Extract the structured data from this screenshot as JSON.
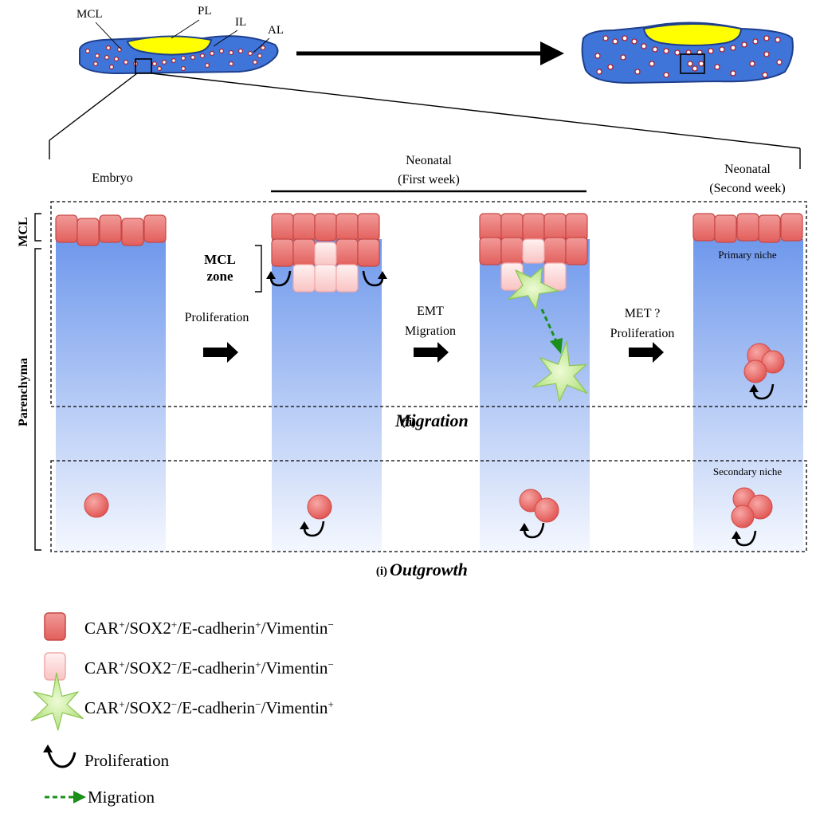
{
  "overview": {
    "labels": {
      "mcl": "MCL",
      "pl": "PL",
      "il": "IL",
      "al": "AL"
    }
  },
  "stages": {
    "embryo": "Embryo",
    "neonatal_first_line1": "Neonatal",
    "neonatal_first_line2": "(First week)",
    "neonatal_second_line1": "Neonatal",
    "neonatal_second_line2": "(Second week)"
  },
  "side_labels": {
    "mcl": "MCL",
    "parenchyma": "Parenchyma"
  },
  "annotations": {
    "mcl_zone_line1": "MCL",
    "mcl_zone_line2": "zone",
    "primary_niche": "Primary niche",
    "secondary_niche": "Secondary niche"
  },
  "transitions": {
    "t1": "Proliferation",
    "t2_line1": "EMT",
    "t2_line2": "Migration",
    "t3_line1": "MET ?",
    "t3_line2": "Proliferation"
  },
  "regions": {
    "migration_prefix": "(ii)",
    "migration_title": "Migration",
    "outgrowth_prefix": "(i)",
    "outgrowth_title": "Outgrowth"
  },
  "legend": {
    "item1": {
      "base": "CAR",
      "s1": "+",
      "m1": "/SOX2",
      "s2": "+",
      "m2": "/E-cadherin",
      "s3": "+",
      "m3": "/Vimentin",
      "s4": "−"
    },
    "item2": {
      "base": "CAR",
      "s1": "+",
      "m1": "/SOX2",
      "s2": "−",
      "m2": "/E-cadherin",
      "s3": "+",
      "m3": "/Vimentin",
      "s4": "−"
    },
    "item3": {
      "base": "CAR",
      "s1": "+",
      "m1": "/SOX2",
      "s2": "−",
      "m2": "/E-cadherin",
      "s3": "−",
      "m3": "/Vimentin",
      "s4": "+"
    },
    "proliferation": "Proliferation",
    "migration": "Migration"
  },
  "colors": {
    "gland_blue": "#3f74d8",
    "pl_yellow": "#ffff00",
    "cell_dark": "#e8706e",
    "cell_light": "#fcd0d0",
    "emt_green": "#c8ec9a",
    "migration_green": "#1a8f1a",
    "column_top": "#7aa2ee"
  }
}
